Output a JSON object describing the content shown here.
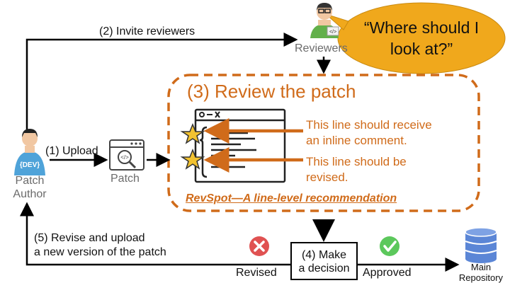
{
  "bubble": {
    "line1": "“Where should I",
    "line2": "look at?”"
  },
  "reviewers": {
    "label": "Reviewers"
  },
  "author": {
    "line1": "Patch",
    "line2": "Author",
    "badge": "{DEV}"
  },
  "patch": {
    "label": "Patch"
  },
  "steps": {
    "upload": "(1) Upload",
    "invite": "(2) Invite reviewers",
    "review": "(3) Review the patch",
    "decision_line1": "(4) Make",
    "decision_line2": "a decision",
    "revise_line1": "(5) Revise and upload",
    "revise_line2": "a new version of the patch"
  },
  "notes": {
    "comment_line1": "This line should receive",
    "comment_line2": "an inline comment.",
    "revise_line1": "This line should be",
    "revise_line2": "revised."
  },
  "revspot": "RevSpot—A line-level recommendation",
  "outcomes": {
    "revised": "Revised",
    "approved": "Approved"
  },
  "repository": {
    "line1": "Main",
    "line2": "Repository"
  },
  "colors": {
    "accent_orange": "#d06b1a",
    "bubble_fill": "#f0a81c",
    "reject_red": "#e05252",
    "approve_green": "#5cc85c",
    "db_blue": "#5b86d6"
  }
}
